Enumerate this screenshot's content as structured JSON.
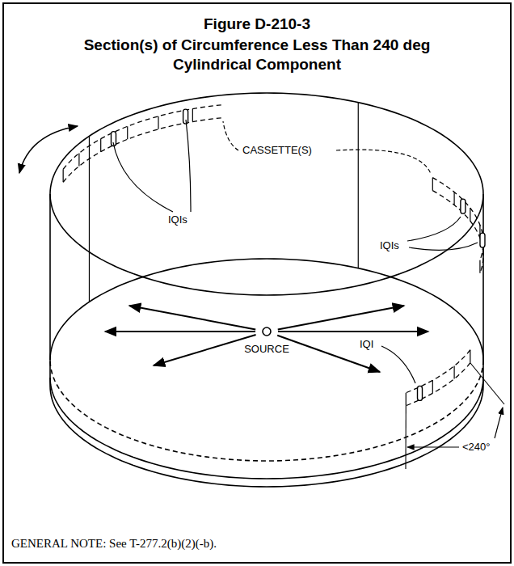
{
  "diagram": {
    "title": "Figure D-210-3",
    "caption": "GENERAL NOTE: See T-277.2(b)(2)(-b).",
    "labels": [
      "Section(s) of Circumference Less Than 240 deg Cylindrical Component",
      "CASSETTE(S)",
      "IQIs",
      "IQIs",
      "IQI",
      "SOURCE",
      "<240°"
    ]
  }
}
